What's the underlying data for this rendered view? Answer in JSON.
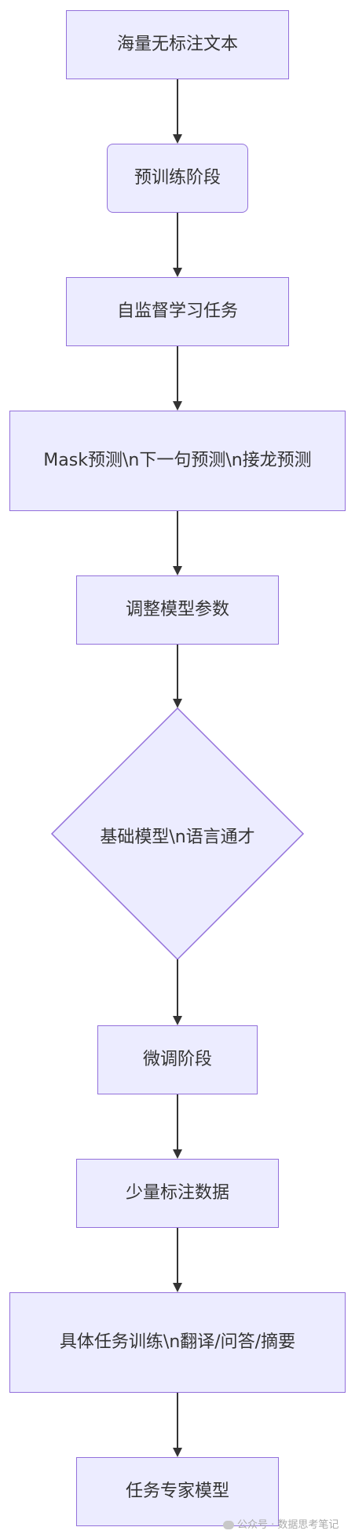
{
  "nodes": {
    "n1": "海量无标注文本",
    "n2": "预训练阶段",
    "n3": "自监督学习任务",
    "n4": "Mask预测\\n下一句预测\\n接龙预测",
    "n5": "调整模型参数",
    "n6": "基础模型\\n语言通才",
    "n7": "微调阶段",
    "n8": "少量标注数据",
    "n9": "具体任务训练\\n翻译/问答/摘要",
    "n10": "任务专家模型"
  },
  "watermark": {
    "text": "公众号 · 数据思考笔记"
  },
  "colors": {
    "node_fill": "#ECECFF",
    "node_stroke": "#9370DB",
    "edge": "#333333",
    "text": "#333333"
  }
}
